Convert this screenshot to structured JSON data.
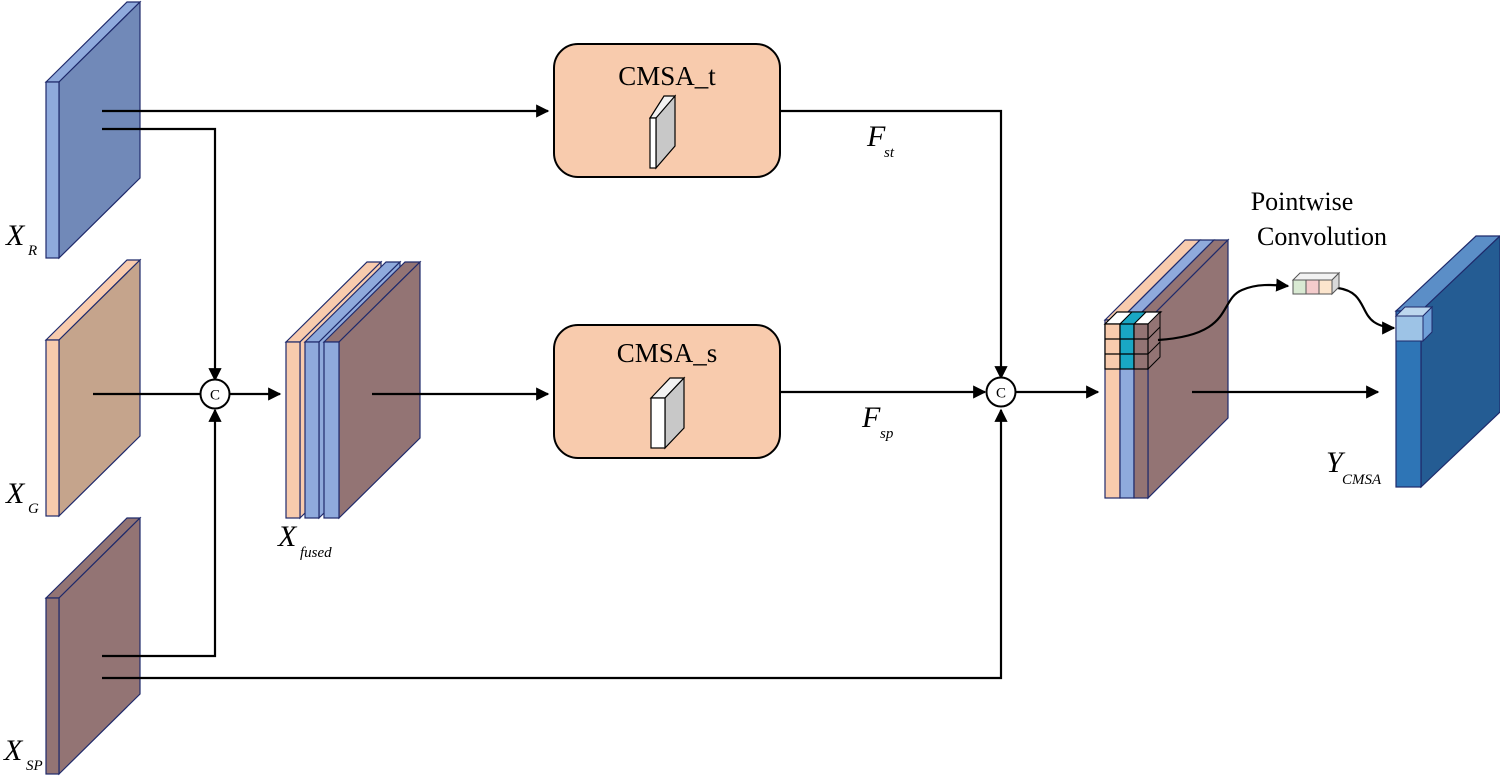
{
  "inputs": {
    "x_r": {
      "main": "X",
      "sub": "R"
    },
    "x_g": {
      "main": "X",
      "sub": "G"
    },
    "x_sp": {
      "main": "X",
      "sub": "SP"
    }
  },
  "fused": {
    "main": "X",
    "sub": "fused"
  },
  "blocks": {
    "cmsa_t": "CMSA_t",
    "cmsa_s": "CMSA_s"
  },
  "features": {
    "f_st": {
      "main": "F",
      "sub": "st"
    },
    "f_sp": {
      "main": "F",
      "sub": "sp"
    }
  },
  "concat_symbol": "C",
  "pointwise": {
    "line1": "Pointwise",
    "line2": "Convolution"
  },
  "output": {
    "main": "Y",
    "sub": "CMSA"
  },
  "colors": {
    "x_r_face": "#7189b8",
    "x_g_face": "#c5a48c",
    "x_sp_face": "#937474",
    "peach": "#f8cbad",
    "light_blue": "#8faadc",
    "box_fill": "#f8cbad",
    "out_face": "#2e75b6",
    "out_side": "#245c93",
    "teal": "#19a7c4"
  }
}
